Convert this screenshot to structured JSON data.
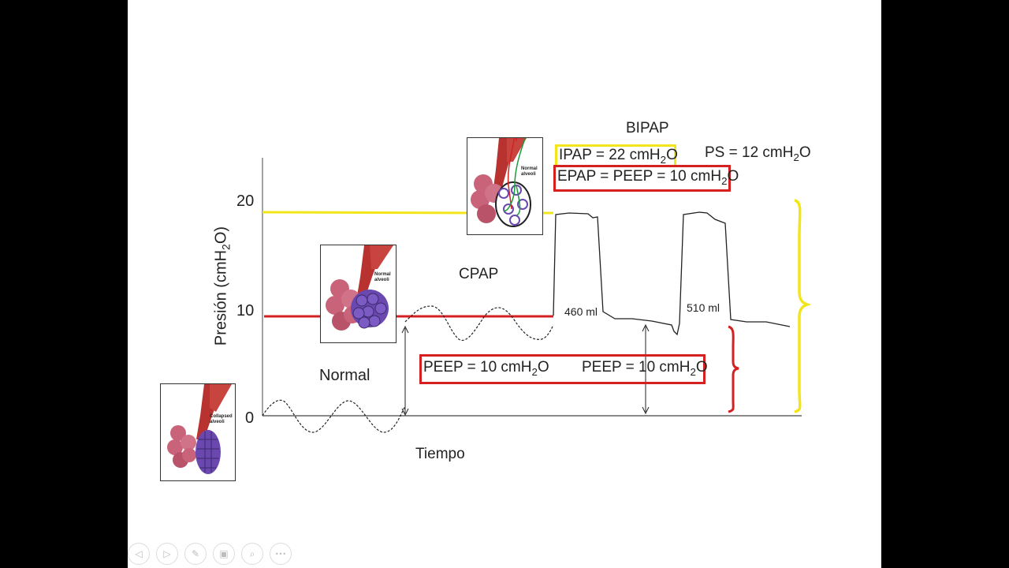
{
  "diagram": {
    "title_bipap": "BIPAP",
    "label_cpap": "CPAP",
    "label_normal": "Normal",
    "y_axis_label": "Presión (cmH",
    "y_axis_label_sub": "2",
    "y_axis_label_end": "O)",
    "x_axis_label": "Tiempo",
    "y_ticks": [
      "20",
      "10",
      "0"
    ],
    "ipap": {
      "text": "IPAP = 22 cmH",
      "sub": "2",
      "end": "O"
    },
    "epap": {
      "text": "EPAP = PEEP = 10 cmH",
      "sub": "2",
      "end": "O"
    },
    "ps": {
      "text": "PS = 12 cmH",
      "sub": "2",
      "end": "O"
    },
    "peep_left": {
      "text": "PEEP = 10 cmH",
      "sub": "2",
      "end": "O"
    },
    "peep_right": {
      "text": "PEEP = 10 cmH",
      "sub": "2",
      "end": "O"
    },
    "volume_1": "460 ml",
    "volume_2": "510 ml",
    "lung_labels": {
      "collapsed": "Collapsed alveoli",
      "normal_mid": "Normal alveoli",
      "normal_top": "Normal alveoli"
    },
    "colors": {
      "yellow": "#f2e51a",
      "red": "#d42020",
      "green": "#1a9a3a",
      "alveolus_pink": "#c9637a",
      "alveolus_purple": "#6a48b0",
      "bronchus": "#b8332f"
    }
  },
  "toolbar": {
    "icons": [
      "back-icon",
      "forward-icon",
      "pen-icon",
      "slides-icon",
      "zoom-icon",
      "more-icon"
    ],
    "glyphs": [
      "◁",
      "▷",
      "✎",
      "▣",
      "⌕",
      "•••"
    ]
  }
}
